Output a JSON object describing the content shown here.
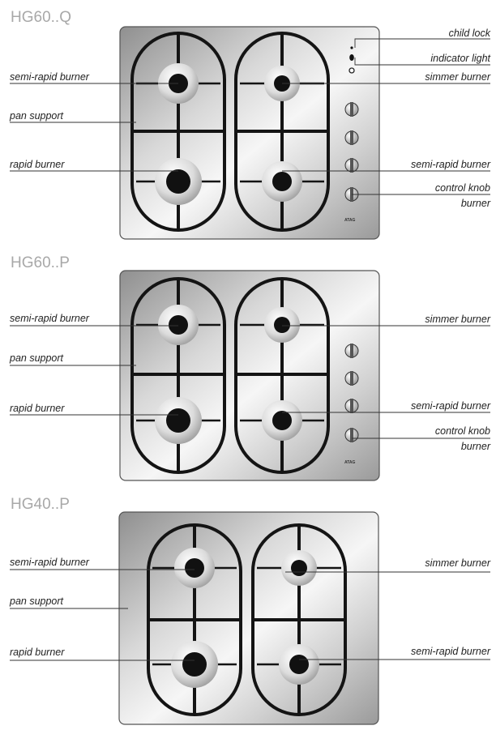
{
  "diagrams": [
    {
      "title": "HG60..Q",
      "left_labels": [
        "semi-rapid burner",
        "pan support",
        "rapid burner"
      ],
      "right_labels": [
        "child lock",
        "indicator light",
        "simmer burner",
        "semi-rapid burner",
        "control knob",
        "burner"
      ]
    },
    {
      "title": "HG60..P",
      "left_labels": [
        "semi-rapid burner",
        "pan support",
        "rapid burner"
      ],
      "right_labels": [
        "simmer burner",
        "semi-rapid burner",
        "control knob",
        "burner"
      ]
    },
    {
      "title": "HG40..P",
      "left_labels": [
        "semi-rapid burner",
        "pan support",
        "rapid burner"
      ],
      "right_labels": [
        "simmer burner",
        "semi-rapid burner"
      ]
    }
  ],
  "brand_mark": "ATAG",
  "colors": {
    "steel_light": "#f2f2f2",
    "steel_dark": "#8f8f8f",
    "grate": "#141414",
    "label_text": "#222222",
    "title_text": "#a8a8a8"
  }
}
